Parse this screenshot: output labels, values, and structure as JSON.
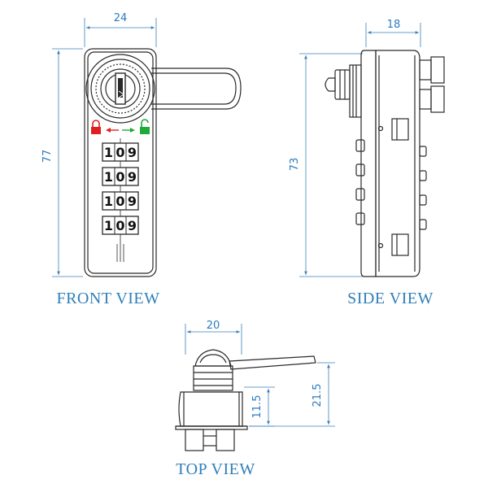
{
  "front_view": {
    "caption": "FRONT VIEW",
    "width_dim": "24",
    "height_dim": "77",
    "wheels": [
      [
        "1",
        "0",
        "9"
      ],
      [
        "1",
        "0",
        "9"
      ],
      [
        "1",
        "0",
        "9"
      ],
      [
        "1",
        "0",
        "9"
      ]
    ],
    "colors": {
      "locked": "#e02020",
      "unlocked": "#1faa3a"
    }
  },
  "side_view": {
    "caption": "SIDE VIEW",
    "width_dim": "18",
    "height_dim": "73"
  },
  "top_view": {
    "caption": "TOP VIEW",
    "width_dim": "20",
    "height_dim_inner": "11.5",
    "height_dim_outer": "21.5"
  }
}
